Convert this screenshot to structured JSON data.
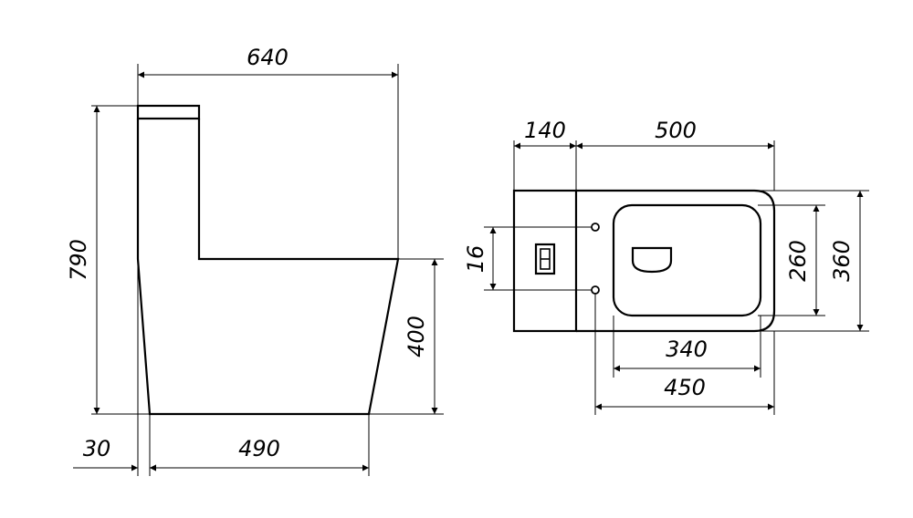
{
  "dimensions": {
    "side_total_width": "640",
    "side_total_height": "790",
    "side_bowl_height": "400",
    "side_overhang": "30",
    "side_base_width": "490",
    "top_tank_depth": "140",
    "top_bowl_length": "500",
    "top_hole_spacing": "16",
    "top_inner_width": "260",
    "top_outer_width": "360",
    "top_inner_length": "340",
    "top_outer_length": "450"
  },
  "colors": {
    "line": "#000000",
    "background": "#ffffff"
  }
}
